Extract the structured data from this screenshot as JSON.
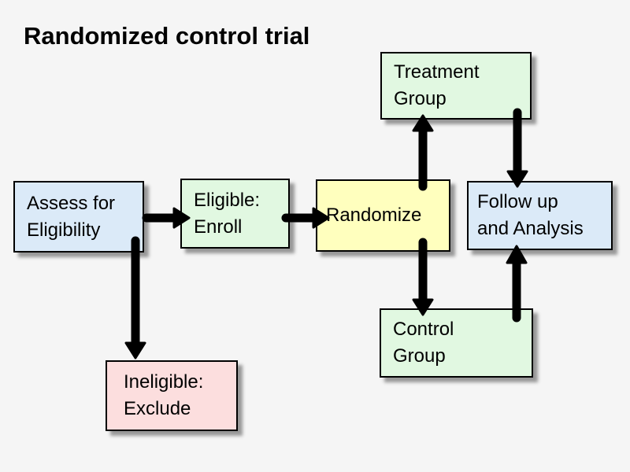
{
  "title": "Randomized control trial",
  "colors": {
    "background": "#f5f5f5",
    "box_blue": "#dbeaf8",
    "box_green": "#e1f8e1",
    "box_yellow": "#ffffbe",
    "box_pink": "#fcdede",
    "box_border": "#000000",
    "arrow": "#000000",
    "text": "#000000"
  },
  "nodes": {
    "assess": {
      "label": "Assess for\nEligibility",
      "color": "box_blue"
    },
    "eligible": {
      "label": "Eligible:\nEnroll",
      "color": "box_green"
    },
    "randomize": {
      "label": "Randomize",
      "color": "box_yellow"
    },
    "followup": {
      "label": "Follow up\nand Analysis",
      "color": "box_blue"
    },
    "treatment": {
      "label": "Treatment\nGroup",
      "color": "box_green"
    },
    "control": {
      "label": "Control\nGroup",
      "color": "box_green"
    },
    "ineligible": {
      "label": "Ineligible:\nExclude",
      "color": "box_pink"
    }
  },
  "edges": [
    {
      "from": "assess",
      "to": "eligible"
    },
    {
      "from": "eligible",
      "to": "randomize"
    },
    {
      "from": "randomize",
      "to": "treatment"
    },
    {
      "from": "treatment",
      "to": "followup"
    },
    {
      "from": "randomize",
      "to": "control"
    },
    {
      "from": "control",
      "to": "followup"
    },
    {
      "from": "assess",
      "to": "ineligible"
    }
  ]
}
